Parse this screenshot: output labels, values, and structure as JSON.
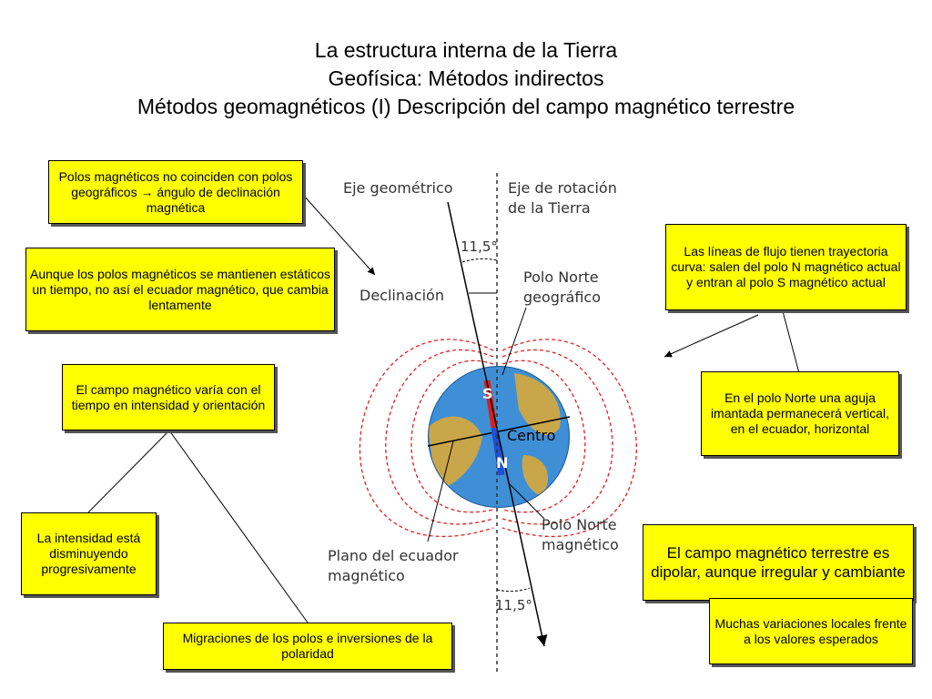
{
  "title": {
    "line1": "La estructura interna de la Tierra",
    "line2": "Geofísica: Métodos indirectos",
    "line3": "Métodos geomagnéticos (I) Descripción del campo magnético terrestre"
  },
  "boxes": {
    "polos": "Polos magnéticos no coinciden con polos geográficos → ángulo de declinación magnética",
    "ecuador": "Aunque los polos magnéticos se mantienen estáticos un tiempo, no así el ecuador magnético, que cambia lentamente",
    "varia": "El campo magnético varía con el tiempo en intensidad y orientación",
    "intensidad": "La intensidad está disminuyendo progresivamente",
    "migraciones": "Migraciones de los polos e inversiones de la polaridad",
    "lineas": "Las líneas de flujo tienen trayectoria curva: salen del polo N magnético actual y entran al polo S magnético actual",
    "aguja": "En el polo Norte una aguja imantada permanecerá vertical, en el ecuador, horizontal",
    "dipolar": "El campo magnético terrestre es dipolar, aunque irregular y cambiante",
    "variaciones": "Muchas variaciones locales frente a los valores esperados"
  },
  "diagram": {
    "eje_geometrico": "Eje geométrico",
    "eje_rotacion_1": "Eje de rotación",
    "eje_rotacion_2": "de la Tierra",
    "angle_top": "11,5°",
    "angle_bottom": "11,5°",
    "declinacion": "Declinación",
    "polo_norte_geo_1": "Polo Norte",
    "polo_norte_geo_2": "geográfico",
    "s_label": "S",
    "n_label": "N",
    "centro": "Centro",
    "polo_norte_mag_1": "Polo Norte",
    "polo_norte_mag_2": "magnético",
    "plano_1": "Plano del ecuador",
    "plano_2": "magnético"
  },
  "colors": {
    "box": "#ffff00",
    "field_lines": "#e02020",
    "globe": "#3f8fd6",
    "land": "#c9a64a"
  }
}
